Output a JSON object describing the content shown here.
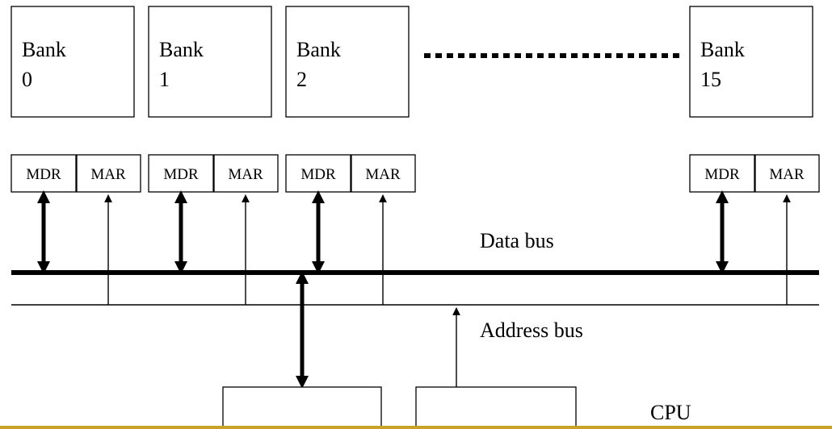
{
  "banks": [
    {
      "title": "Bank",
      "number": "0"
    },
    {
      "title": "Bank",
      "number": "1"
    },
    {
      "title": "Bank",
      "number": "2"
    },
    {
      "title": "Bank",
      "number": "15"
    }
  ],
  "registers": {
    "mdr": "MDR",
    "mar": "MAR"
  },
  "buses": {
    "data_bus": "Data bus",
    "address_bus": "Address bus"
  },
  "cpu_label": "CPU",
  "colors": {
    "bottom_rule": "#c9a227"
  }
}
